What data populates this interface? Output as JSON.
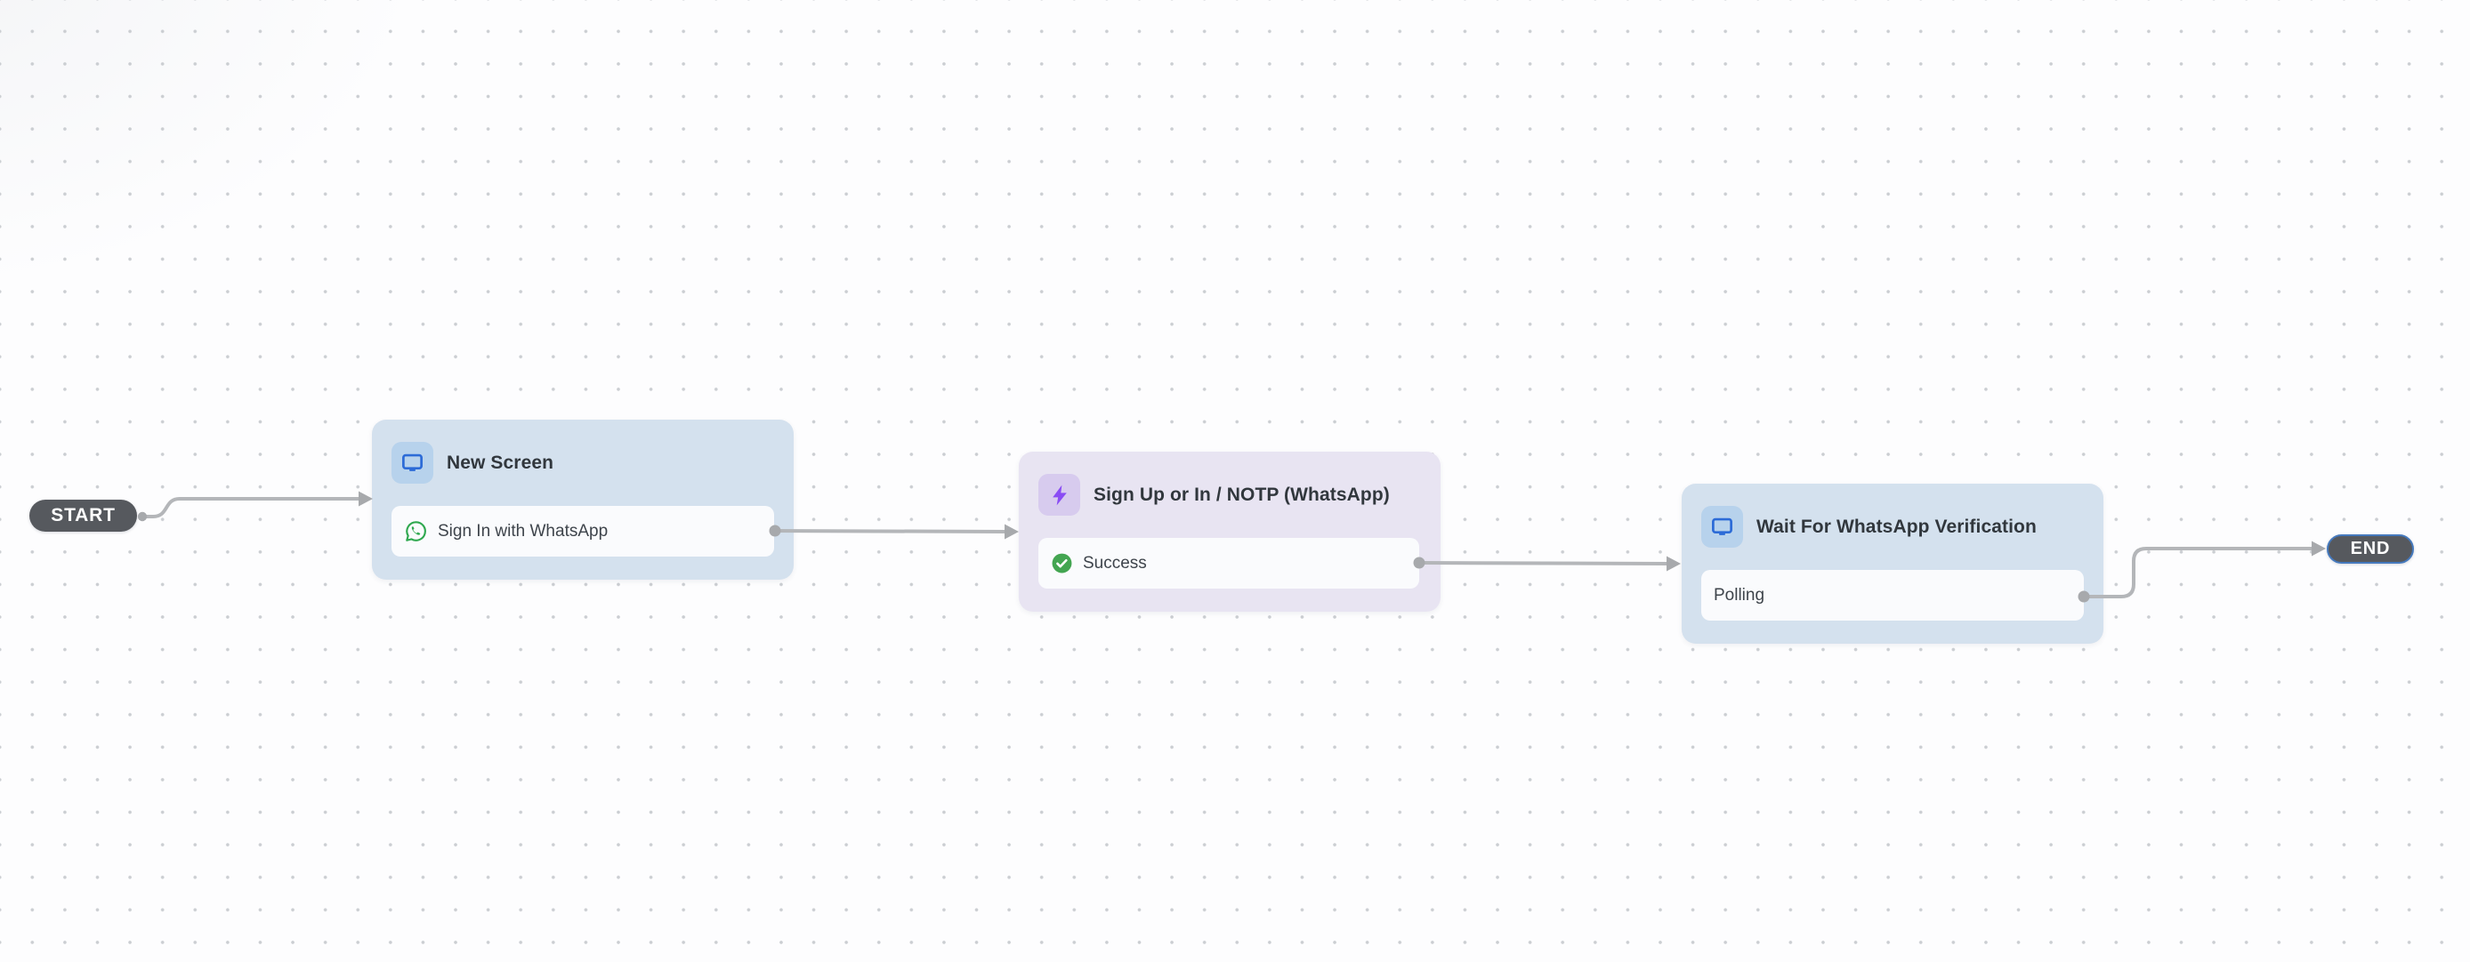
{
  "canvas": {
    "background": "#fdfdfe",
    "grid_dot_color": "#cbced2",
    "edge_color": "#b4b6b9",
    "handle_color": "#a7a9ac"
  },
  "flow": {
    "start": {
      "label": "START",
      "fill": "#56595e"
    },
    "end": {
      "label": "END",
      "fill": "#56595e",
      "selection_border": "#4579bd"
    },
    "nodes": [
      {
        "title": "New Screen",
        "type": "screen",
        "icon": "monitor-icon",
        "theme": {
          "node_bg": "#d4e1ee",
          "tile_bg": "#b7d2ec",
          "icon_color": "#2c6bd7"
        },
        "rows": [
          {
            "icon": "whatsapp-icon",
            "icon_color": "#2fa84f",
            "label": "Sign In with WhatsApp"
          }
        ]
      },
      {
        "title": "Sign Up or In / NOTP (WhatsApp)",
        "type": "action",
        "icon": "lightning-icon",
        "theme": {
          "node_bg": "#e8e4f2",
          "tile_bg": "#d7cbee",
          "icon_color": "#8a4cf4"
        },
        "rows": [
          {
            "icon": "check-circle-icon",
            "icon_color": "#43a551",
            "label": "Success"
          }
        ]
      },
      {
        "title": "Wait For WhatsApp Verification",
        "type": "screen",
        "icon": "monitor-icon",
        "theme": {
          "node_bg": "#d4e1ee",
          "tile_bg": "#b7d2ec",
          "icon_color": "#2c6bd7"
        },
        "rows": [
          {
            "icon": null,
            "label": "Polling"
          }
        ]
      }
    ]
  }
}
